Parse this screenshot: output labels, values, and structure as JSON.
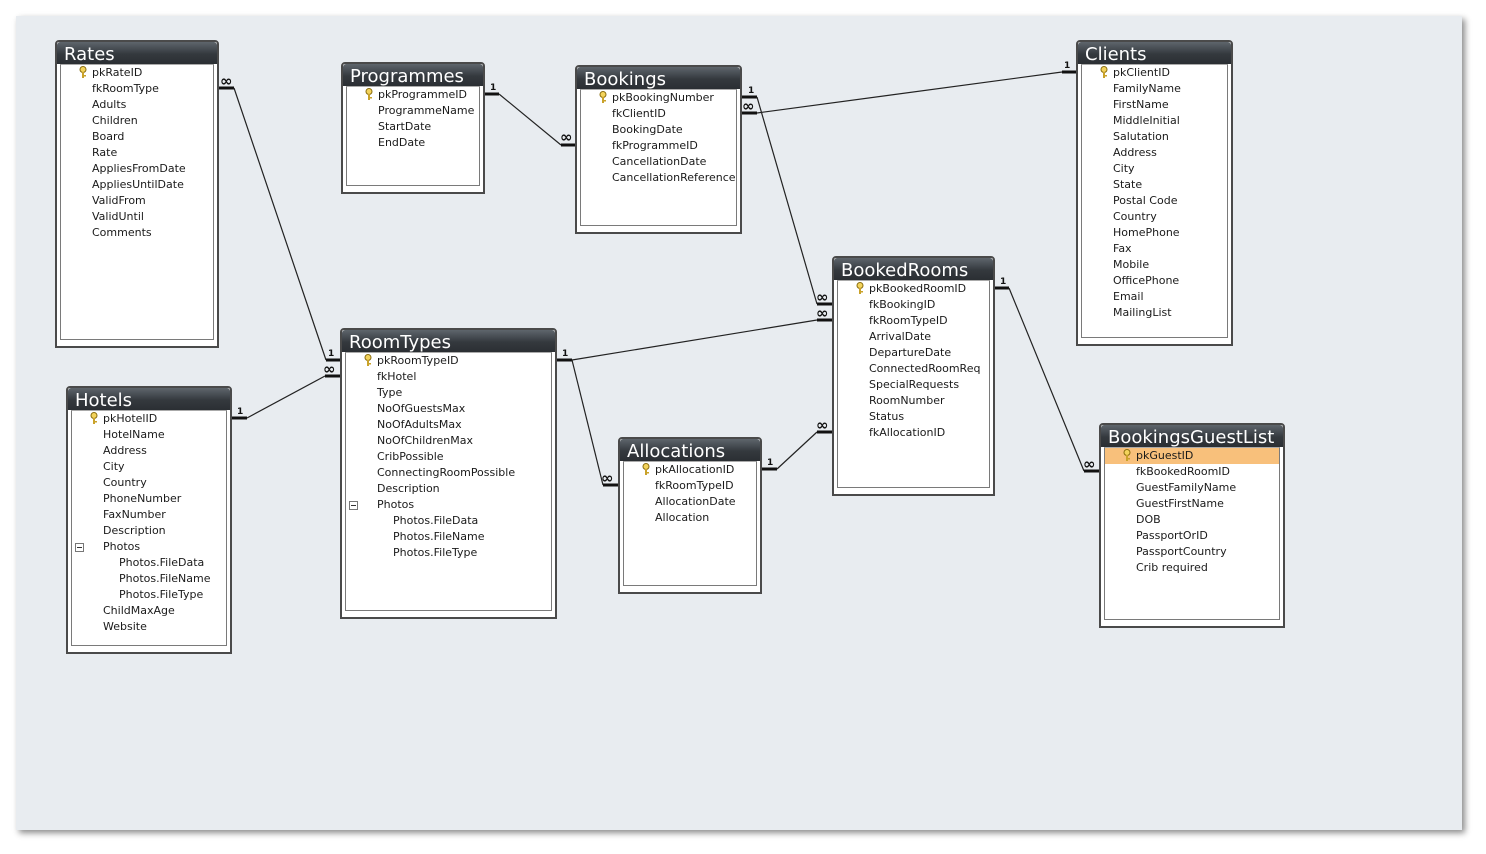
{
  "tables": {
    "rates": {
      "title": "Rates",
      "fields": [
        "pkRateID",
        "fkRoomType",
        "Adults",
        "Children",
        "Board",
        "Rate",
        "AppliesFromDate",
        "AppliesUntilDate",
        "ValidFrom",
        "ValidUntil",
        "Comments"
      ]
    },
    "programmes": {
      "title": "Programmes",
      "fields": [
        "pkProgrammeID",
        "ProgrammeName",
        "StartDate",
        "EndDate"
      ]
    },
    "bookings": {
      "title": "Bookings",
      "fields": [
        "pkBookingNumber",
        "fkClientID",
        "BookingDate",
        "fkProgrammeID",
        "CancellationDate",
        "CancellationReference"
      ]
    },
    "clients": {
      "title": "Clients",
      "fields": [
        "pkClientID",
        "FamilyName",
        "FirstName",
        "MiddleInitial",
        "Salutation",
        "Address",
        "City",
        "State",
        "Postal Code",
        "Country",
        "HomePhone",
        "Fax",
        "Mobile",
        "OfficePhone",
        "Email",
        "MailingList"
      ]
    },
    "hotels": {
      "title": "Hotels",
      "fields": [
        "pkHotelID",
        "HotelName",
        "Address",
        "City",
        "Country",
        "PhoneNumber",
        "FaxNumber",
        "Description",
        "Photos",
        "Photos.FileData",
        "Photos.FileName",
        "Photos.FileType",
        "ChildMaxAge",
        "Website"
      ]
    },
    "roomtypes": {
      "title": "RoomTypes",
      "fields": [
        "pkRoomTypeID",
        "fkHotel",
        "Type",
        "NoOfGuestsMax",
        "NoOfAdultsMax",
        "NoOfChildrenMax",
        "CribPossible",
        "ConnectingRoomPossible",
        "Description",
        "Photos",
        "Photos.FileData",
        "Photos.FileName",
        "Photos.FileType"
      ]
    },
    "allocations": {
      "title": "Allocations",
      "fields": [
        "pkAllocationID",
        "fkRoomTypeID",
        "AllocationDate",
        "Allocation"
      ]
    },
    "bookedrooms": {
      "title": "BookedRooms",
      "fields": [
        "pkBookedRoomID",
        "fkBookingID",
        "fkRoomTypeID",
        "ArrivalDate",
        "DepartureDate",
        "ConnectedRoomReq",
        "SpecialRequests",
        "RoomNumber",
        "Status",
        "fkAllocationID"
      ]
    },
    "guestlist": {
      "title": "BookingsGuestList",
      "fields": [
        "pkGuestID",
        "fkBookedRoomID",
        "GuestFamilyName",
        "GuestFirstName",
        "DOB",
        "PassportOrID",
        "PassportCountry",
        "Crib required"
      ]
    }
  },
  "relationship_labels": {
    "one": "1",
    "many": "∞"
  },
  "colors": {
    "canvas": "#e8ecf0",
    "title_bar": "#34393e",
    "selected_row": "#f8c07b",
    "key_icon": "#d9b234"
  }
}
